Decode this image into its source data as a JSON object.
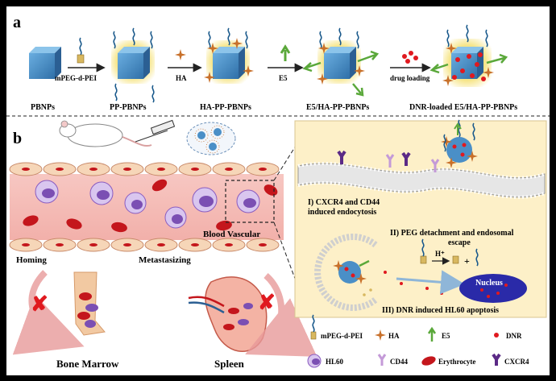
{
  "panel_a": {
    "label": "a",
    "stages": [
      "PBNPs",
      "PP-PBNPs",
      "HA-PP-PBNPs",
      "E5/HA-PP-PBNPs",
      "DNR-loaded E5/HA-PP-PBNPs"
    ],
    "reagents": [
      "mPEG-d-PEI",
      "HA",
      "E5",
      "drug loading"
    ]
  },
  "panel_b": {
    "label": "b",
    "vessel_label": "Blood Vascular",
    "homing": "Homing",
    "metastasizing": "Metastasizing",
    "bone_marrow": "Bone Marrow",
    "spleen": "Spleen",
    "steps": [
      "I) CXCR4 and CD44",
      "induced endocytosis",
      "II) PEG detachment and endosomal",
      "escape",
      "III) DNR induced HL60 apoptosis"
    ],
    "nucleus": "Nucleus",
    "proton": "H⁺"
  },
  "legend": {
    "row1": [
      "mPEG-d-PEI",
      "HA",
      "E5",
      "DNR"
    ],
    "row2": [
      "HL60",
      "CD44",
      "Erythrocyte",
      "CXCR4"
    ]
  },
  "colors": {
    "cube": "#4a8fc7",
    "ha": "#c8702a",
    "e5": "#5aa83a",
    "dnr": "#e0191f",
    "hl60": "#8a5cc0",
    "erythrocyte": "#c4161c",
    "cxcr4": "#5b2a86",
    "vessel_cell": "#f6d6b8",
    "mechanism_bg": "#fdf0c8"
  }
}
